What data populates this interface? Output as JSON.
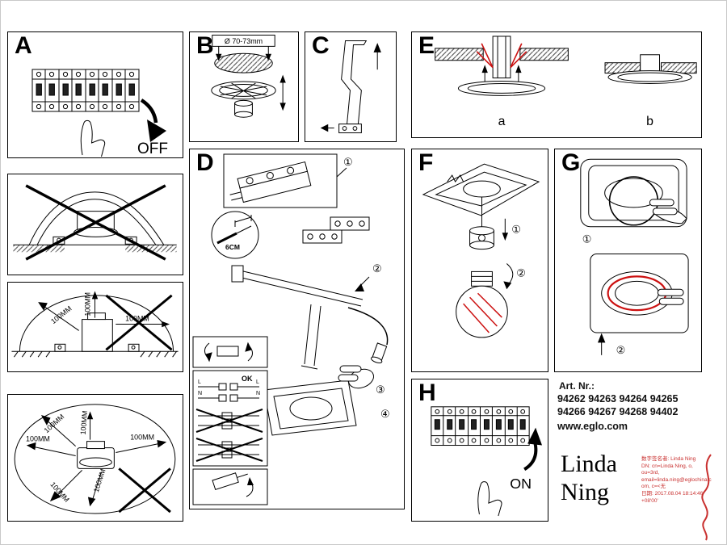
{
  "labels": {
    "a": "A",
    "b": "B",
    "c": "C",
    "d": "D",
    "e": "E",
    "f": "F",
    "g": "G",
    "h": "H",
    "sub_a": "a",
    "sub_b": "b"
  },
  "steps": {
    "s1": "①",
    "s2": "②",
    "s3": "③",
    "s4": "④"
  },
  "texts": {
    "off": "OFF",
    "on": "ON",
    "diameter": "Ø 70-73mm",
    "wire_strip": "6CM",
    "ok": "OK",
    "line_l": "L",
    "line_n": "N",
    "dist_100": "100MM"
  },
  "footer": {
    "art_label": "Art. Nr.:",
    "art_line1": "94262 94263 94264 94265",
    "art_line2": "94266 94267 94268 94402",
    "website": "www.eglo.com",
    "signer_first": "Linda",
    "signer_last": "Ning",
    "sig_line1": "数字签名者: Linda Ning",
    "sig_line2": "DN:  cn=Linda Ning, o,",
    "sig_line3": "ou=3rd,",
    "sig_line4": "email=linda.ning@eglochina.c",
    "sig_line5": "om, c=<无",
    "sig_line6": "日期: 2017.08.04 18:14:46",
    "sig_line7": "+08'00'"
  },
  "colors": {
    "accent_red": "#cc1111",
    "signature_red": "#c9302f"
  }
}
